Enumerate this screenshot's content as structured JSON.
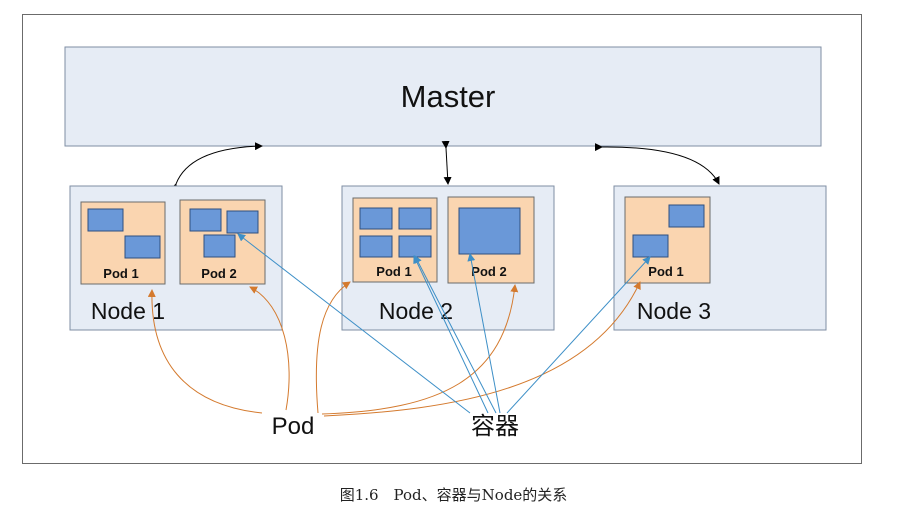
{
  "master": {
    "label": "Master"
  },
  "nodes": [
    {
      "label": "Node 1",
      "pods": [
        {
          "label": "Pod 1"
        },
        {
          "label": "Pod 2"
        }
      ]
    },
    {
      "label": "Node 2",
      "pods": [
        {
          "label": "Pod 1"
        },
        {
          "label": "Pod 2"
        }
      ]
    },
    {
      "label": "Node 3",
      "pods": [
        {
          "label": "Pod 1"
        }
      ]
    }
  ],
  "legend": {
    "pod_label": "Pod",
    "container_label": "容器"
  },
  "caption": "图1.6　Pod、容器与Node的关系",
  "colors": {
    "panel_fill": "#e6ecf5",
    "panel_stroke": "#7f8ea3",
    "pod_fill": "#fad5b0",
    "pod_stroke": "#6b6b6b",
    "container_fill": "#6a98d8",
    "container_stroke": "#2f4f7f",
    "pod_arrow": "#d47a2e",
    "container_arrow": "#3d8fc7",
    "master_arrow": "#000000"
  }
}
